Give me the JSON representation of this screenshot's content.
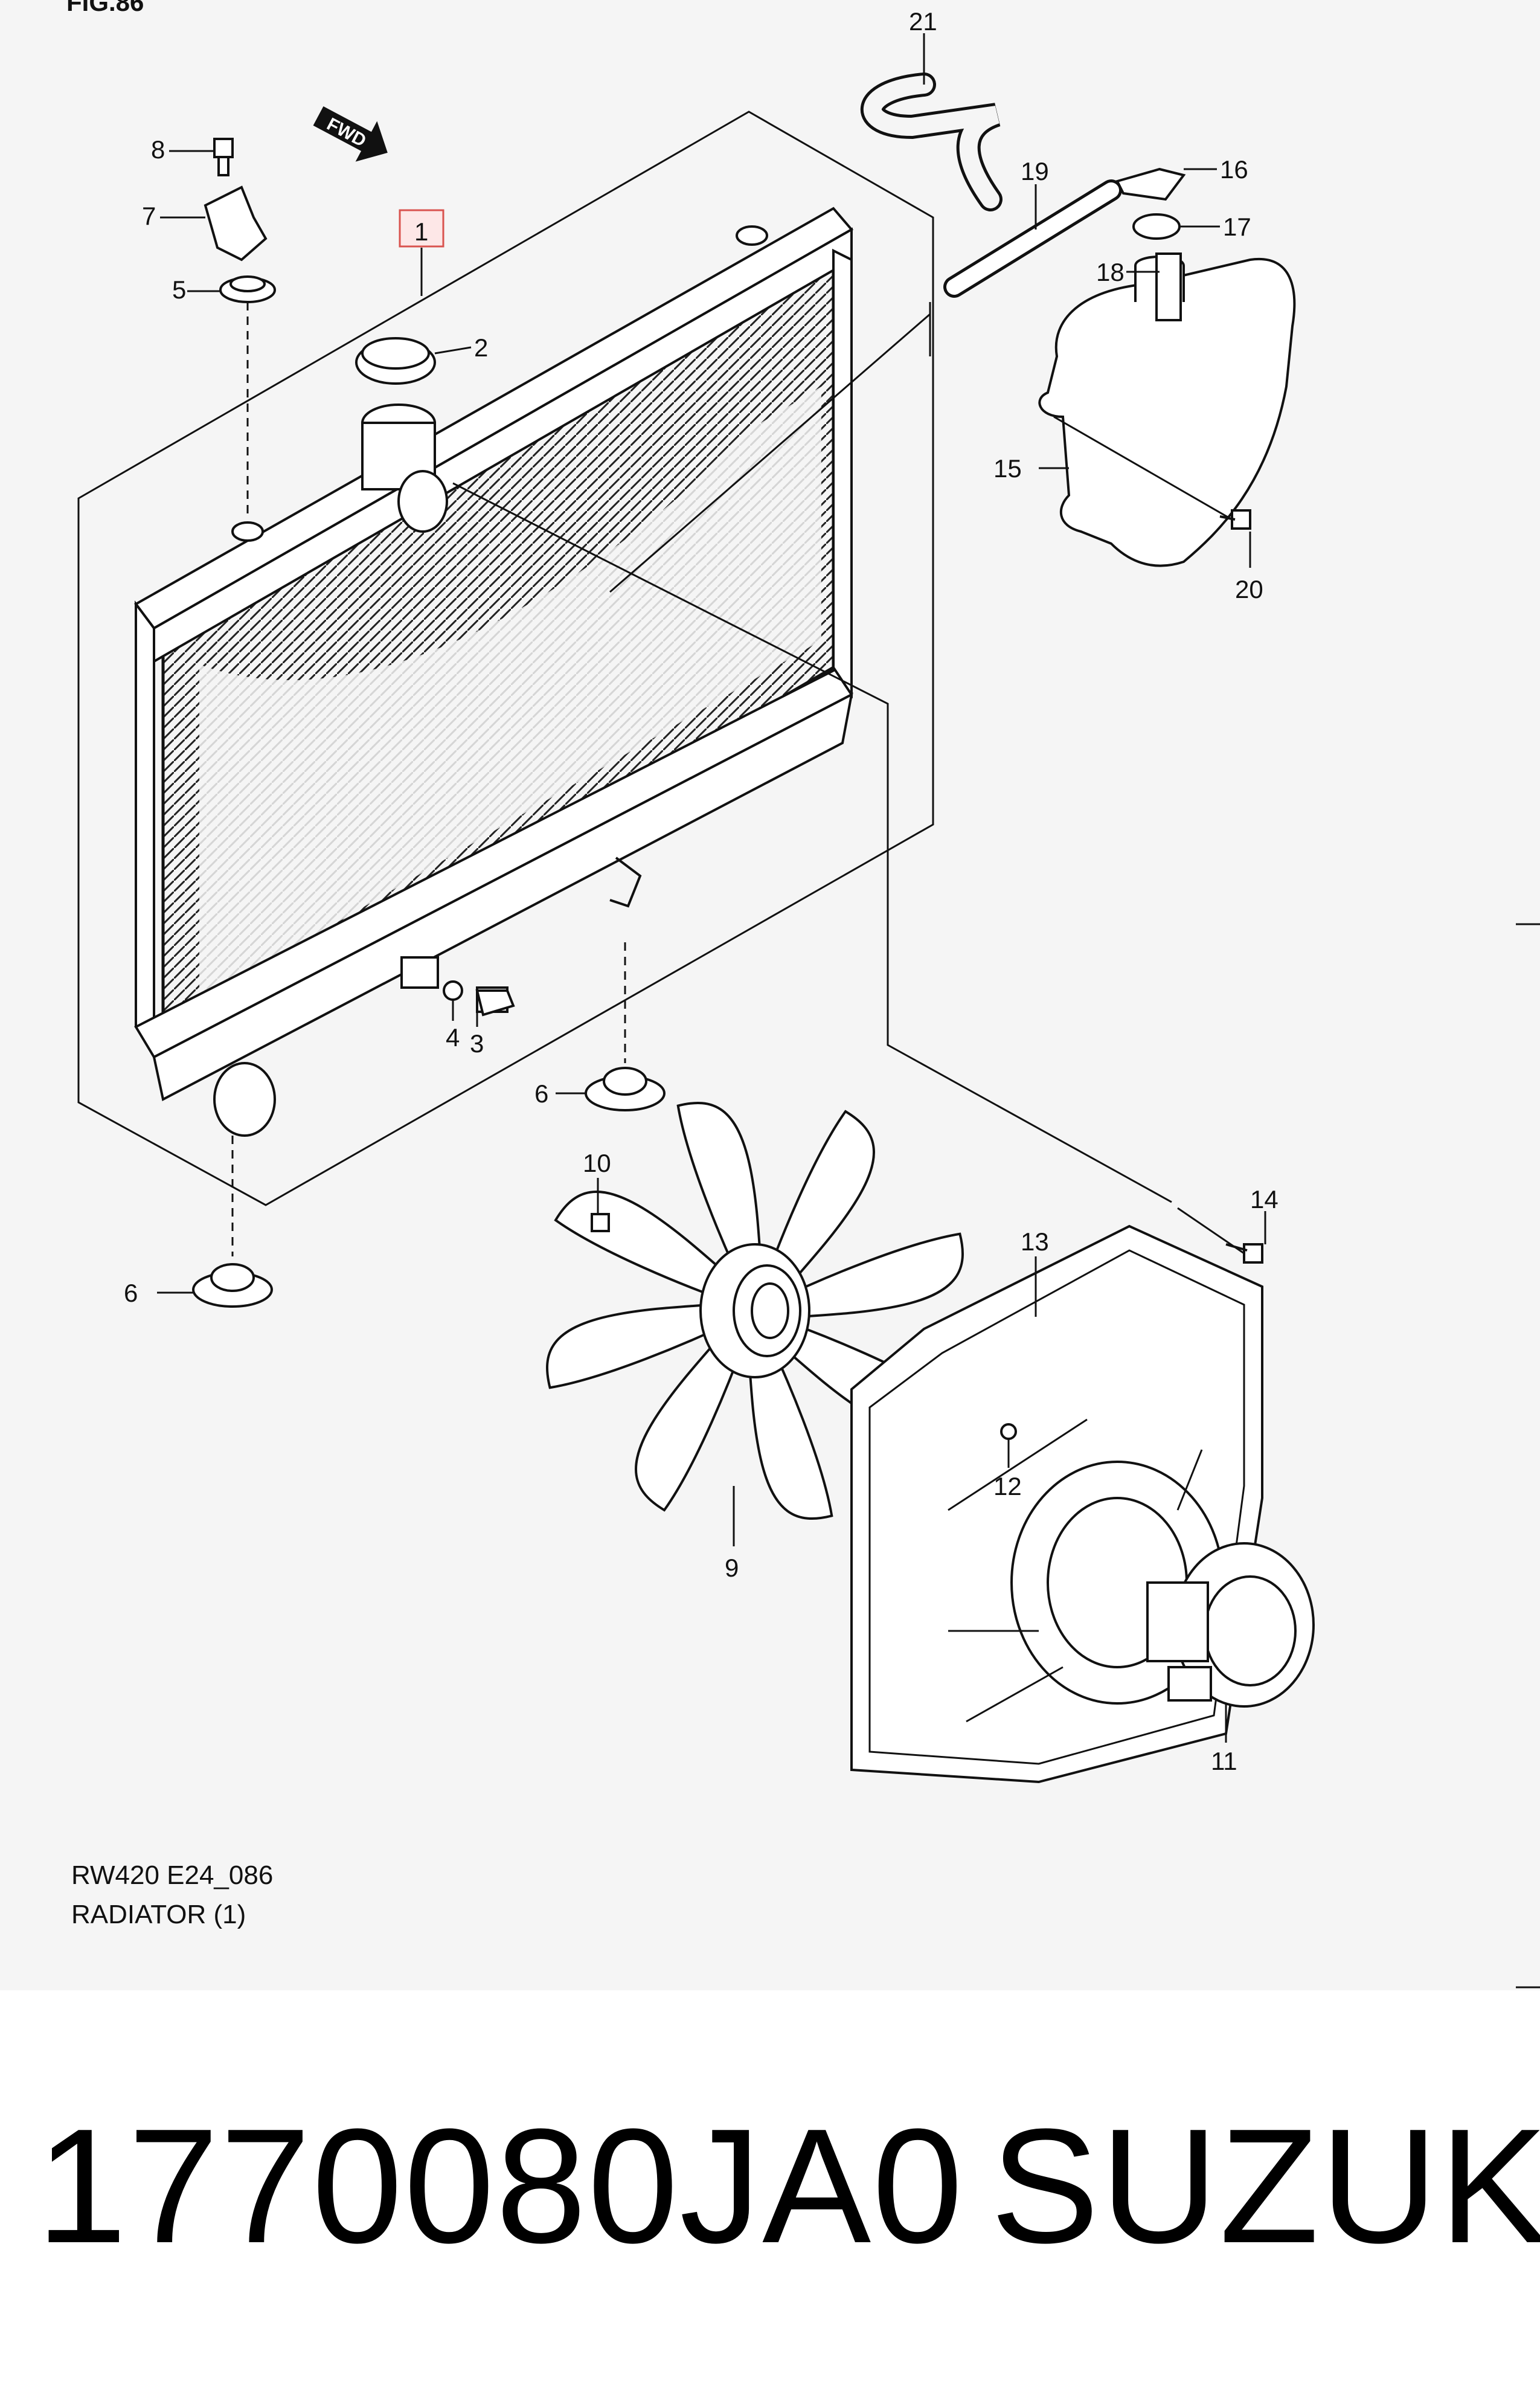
{
  "header": {
    "fig_label": "FIG.86"
  },
  "fwd_arrow": {
    "label": "FWD"
  },
  "callouts": {
    "c1": "1",
    "c2": "2",
    "c3": "3",
    "c4": "4",
    "c5": "5",
    "c6a": "6",
    "c6b": "6",
    "c7": "7",
    "c8": "8",
    "c9": "9",
    "c10": "10",
    "c11": "11",
    "c12": "12",
    "c13": "13",
    "c14": "14",
    "c15": "15",
    "c16": "16",
    "c17": "17",
    "c18": "18",
    "c19": "19",
    "c20": "20",
    "c21": "21"
  },
  "caption": {
    "code": "RW420 E24_086",
    "title": "RADIATOR (1)"
  },
  "footer": {
    "part_number": "1770080JA0",
    "brand": "SUZUKI"
  },
  "colors": {
    "highlight_box": "#d9534f",
    "panel_bg": "#f5f5f5"
  }
}
